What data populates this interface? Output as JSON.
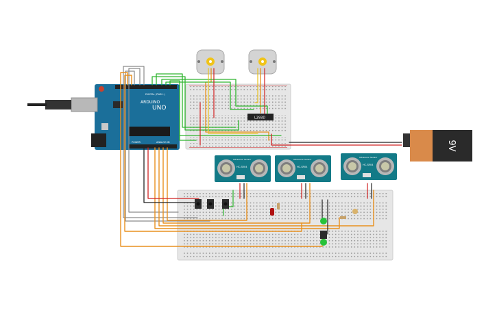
{
  "arduino": {
    "brand_label": "ARDUINO",
    "model_label": "UNO",
    "digital_label": "DIGITAL (PWM~)",
    "analog_label": "ANALOG IN",
    "power_label": "POWER"
  },
  "motor_driver": {
    "label": "L293D"
  },
  "battery": {
    "label": "9V"
  },
  "ultrasonic_sensors": [
    {
      "brand_label": "HC-SR04",
      "title_label": "Ultrasonic Sensor"
    },
    {
      "brand_label": "HC-SR04",
      "title_label": "Ultrasonic Sensor"
    },
    {
      "brand_label": "HC-SR04",
      "title_label": "Ultrasonic Sensor"
    }
  ],
  "colors": {
    "arduino_blue": "#1b6f9a",
    "breadboard": "#e8e8e8",
    "sensor_teal": "#137a87",
    "battery_orange": "#d98a4a",
    "battery_black": "#2a2a2a",
    "wire_orange": "#e8901e",
    "wire_gray": "#8a8a8a",
    "wire_green": "#2db52d",
    "wire_red": "#d02020",
    "wire_black": "#222222",
    "wire_yellow": "#e8c21e",
    "led_green": "#27c23a",
    "led_red": "#b01010"
  }
}
